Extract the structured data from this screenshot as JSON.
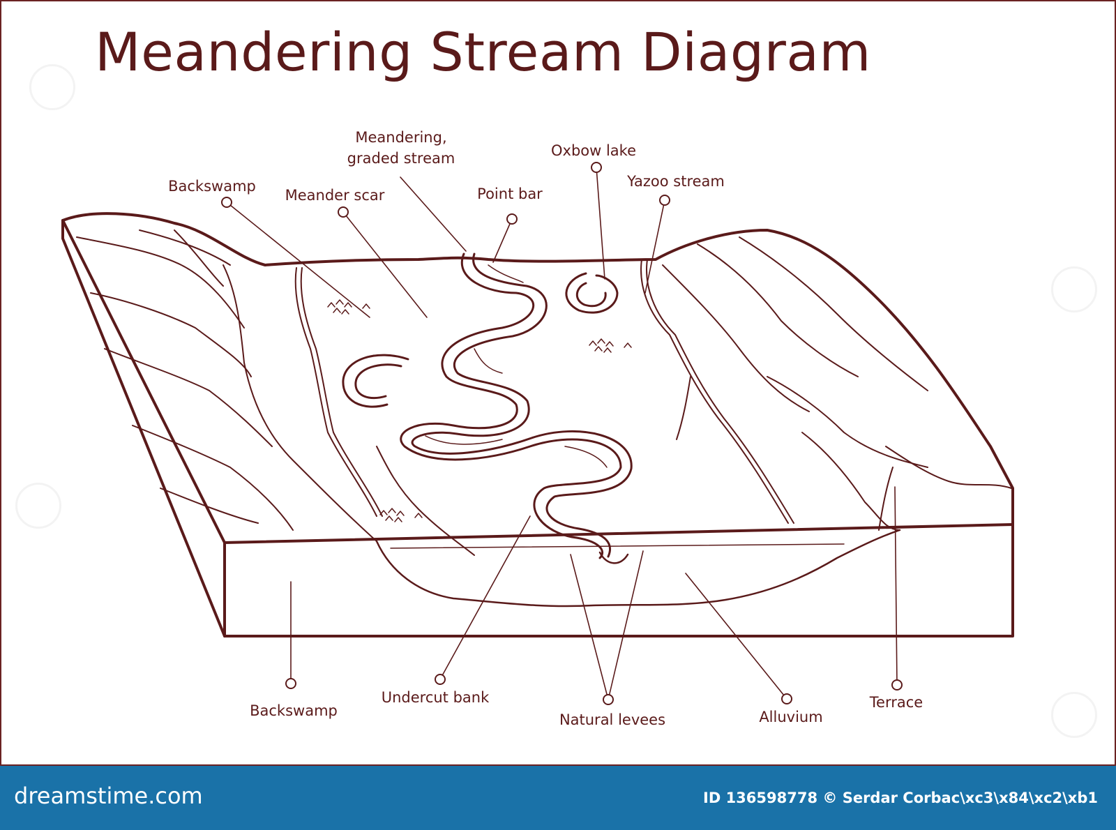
{
  "title": "Meandering Stream Diagram",
  "colors": {
    "ink": "#5a1a1a",
    "footer": "#1a72a8"
  },
  "labels": {
    "meandering_graded_stream_1": "Meandering,",
    "meandering_graded_stream_2": "graded stream",
    "oxbow_lake": "Oxbow lake",
    "backswamp_top": "Backswamp",
    "meander_scar": "Meander scar",
    "point_bar": "Point bar",
    "yazoo_stream": "Yazoo stream",
    "backswamp_bottom": "Backswamp",
    "undercut_bank": "Undercut bank",
    "natural_levees": "Natural levees",
    "alluvium": "Alluvium",
    "terrace": "Terrace"
  },
  "footer": {
    "brand": "dreamstime.com",
    "credit": "ID 136598778 © Serdar Corbac\\xc3\\x84\\xc2\\xb1"
  }
}
